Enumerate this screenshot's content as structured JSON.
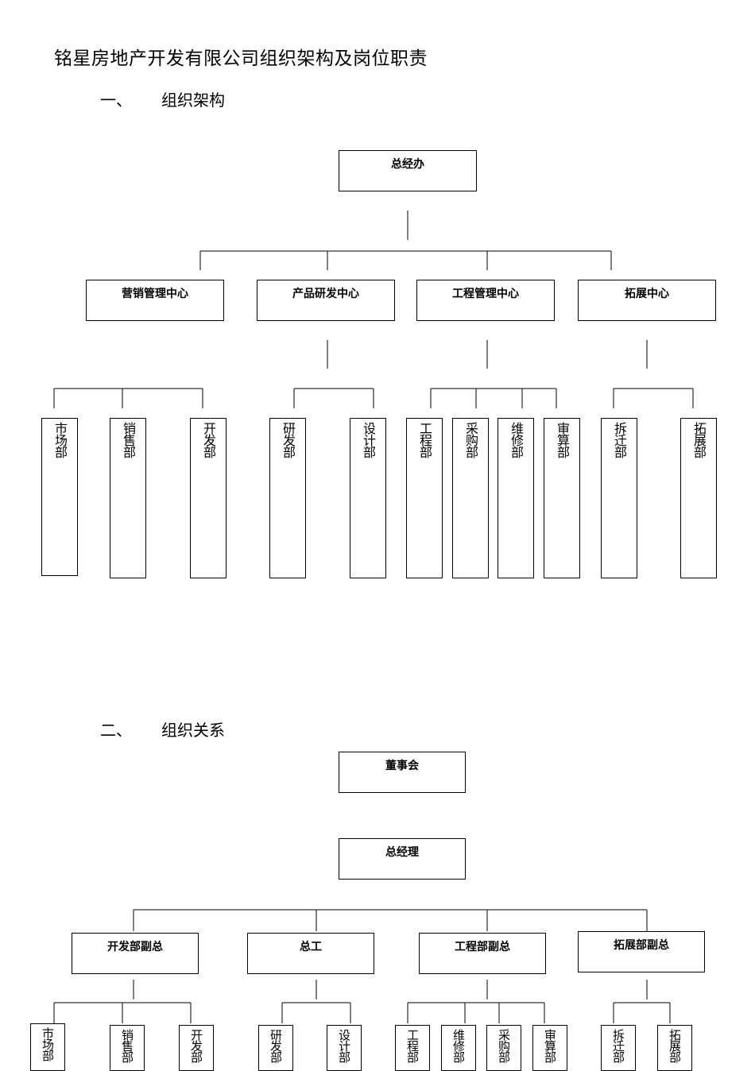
{
  "document_title": "铭星房地产开发有限公司组织架构及岗位职责",
  "section1": {
    "number": "一、",
    "title": "组织架构"
  },
  "section2": {
    "number": "二、",
    "title": "组织关系"
  },
  "chart1": {
    "top": "总经办",
    "centers": [
      "营销管理中心",
      "产品研发中心",
      "工程管理中心",
      "拓展中心"
    ],
    "departments": [
      "市场部",
      "销售部",
      "开发部",
      "研发部",
      "设计部",
      "工程部",
      "采购部",
      "维修部",
      "审算部",
      "拆迁部",
      "拓展部"
    ]
  },
  "chart2": {
    "board": "董事会",
    "gm": "总经理",
    "deputies": [
      "开发部副总",
      "总工",
      "工程部副总",
      "拓展部副总"
    ],
    "departments": [
      "市场部",
      "销售部",
      "开发部",
      "研发部",
      "设计部",
      "工程部",
      "维修部",
      "采购部",
      "审算部",
      "拆迁部",
      "拓展部"
    ]
  }
}
